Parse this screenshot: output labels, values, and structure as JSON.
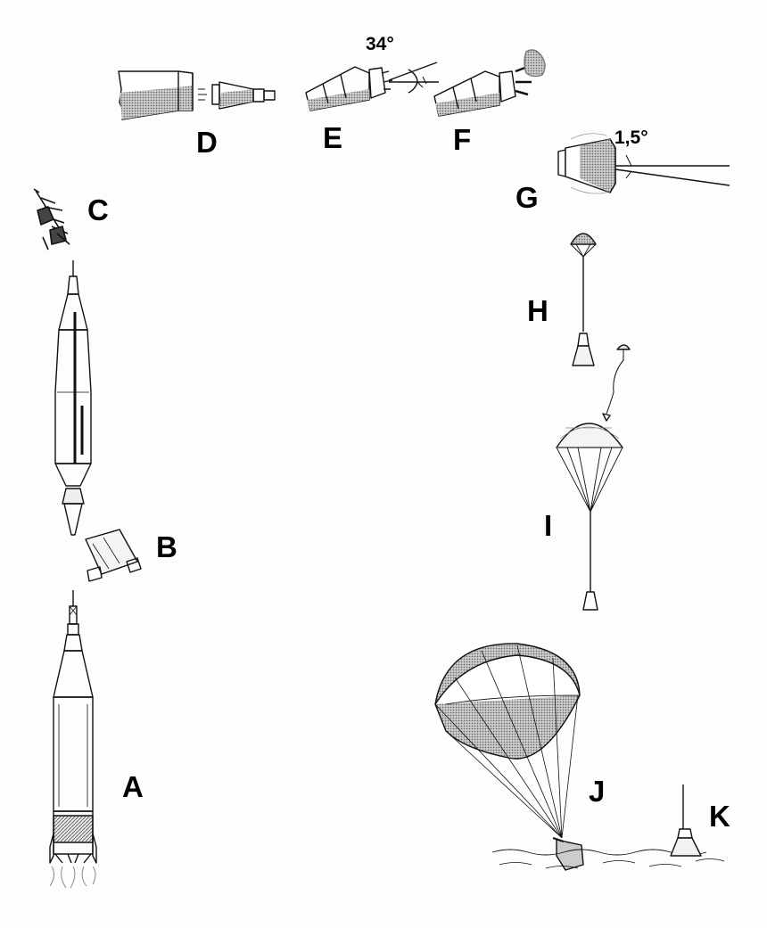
{
  "labels": {
    "A": "A",
    "B": "B",
    "C": "C",
    "D": "D",
    "E": "E",
    "F": "F",
    "G": "G",
    "H": "H",
    "I": "I",
    "J": "J",
    "K": "K"
  },
  "angles": {
    "separation": "34°",
    "reentry": "1,5°"
  },
  "colors": {
    "ink": "#111111",
    "shade": "#9a9a9a",
    "background": "#fdfdfd"
  }
}
